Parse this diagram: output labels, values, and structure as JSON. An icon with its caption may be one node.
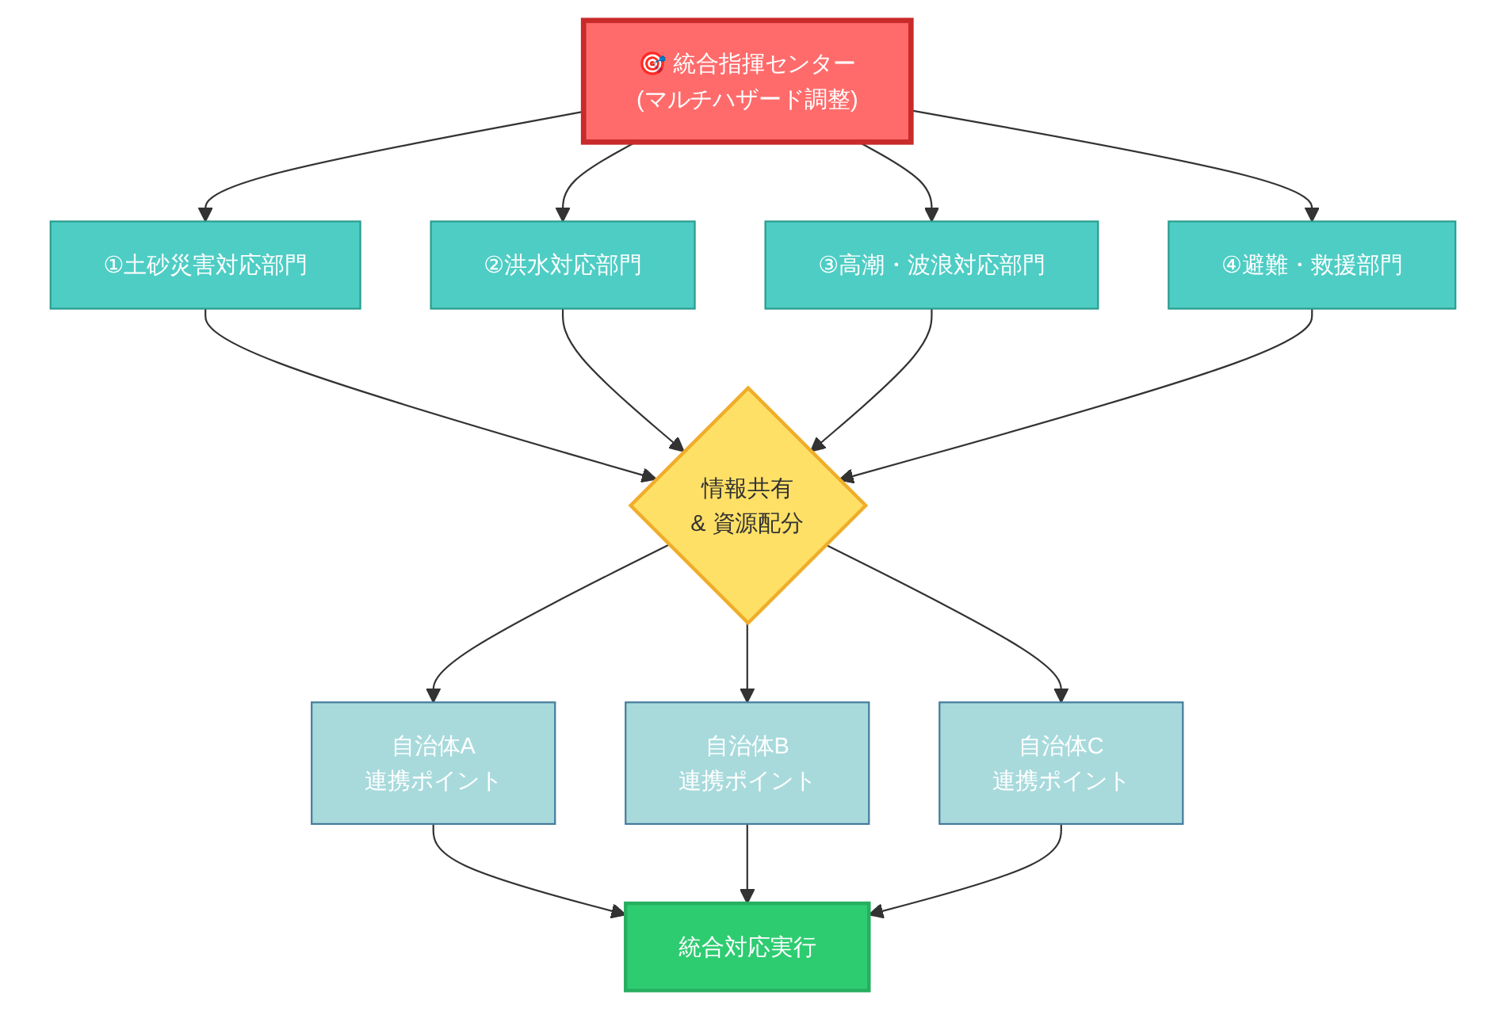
{
  "diagram": {
    "nodes": [
      {
        "text": [
          "🎯 統合指揮センター",
          "(マルチハザード調整)"
        ]
      },
      {
        "text": [
          "①土砂災害対応部門"
        ]
      },
      {
        "text": [
          "②洪水対応部門"
        ]
      },
      {
        "text": [
          "③高潮・波浪対応部門"
        ]
      },
      {
        "text": [
          "④避難・救援部門"
        ]
      },
      {
        "text": [
          "情報共有",
          "& 資源配分"
        ]
      },
      {
        "text": [
          "自治体A",
          "連携ポイント"
        ]
      },
      {
        "text": [
          "自治体B",
          "連携ポイント"
        ]
      },
      {
        "text": [
          "自治体C",
          "連携ポイント"
        ]
      },
      {
        "text": [
          "統合対応実行"
        ]
      }
    ],
    "edges": [
      {
        "from": 0,
        "to": 1,
        "arrow": "to"
      },
      {
        "from": 0,
        "to": 2,
        "arrow": "to"
      },
      {
        "from": 0,
        "to": 3,
        "arrow": "to"
      },
      {
        "from": 0,
        "to": 4,
        "arrow": "to"
      },
      {
        "from": 1,
        "to": 5,
        "arrow": "to"
      },
      {
        "from": 2,
        "to": 5,
        "arrow": "to"
      },
      {
        "from": 3,
        "to": 5,
        "arrow": "to"
      },
      {
        "from": 4,
        "to": 5,
        "arrow": "to"
      },
      {
        "from": 5,
        "to": 6,
        "arrow": "to"
      },
      {
        "from": 5,
        "to": 7,
        "arrow": "to"
      },
      {
        "from": 5,
        "to": 8,
        "arrow": "to"
      },
      {
        "from": 6,
        "to": 9,
        "arrow": "to"
      },
      {
        "from": 7,
        "to": 9,
        "arrow": "to"
      },
      {
        "from": 8,
        "to": 9,
        "arrow": "to"
      }
    ]
  }
}
